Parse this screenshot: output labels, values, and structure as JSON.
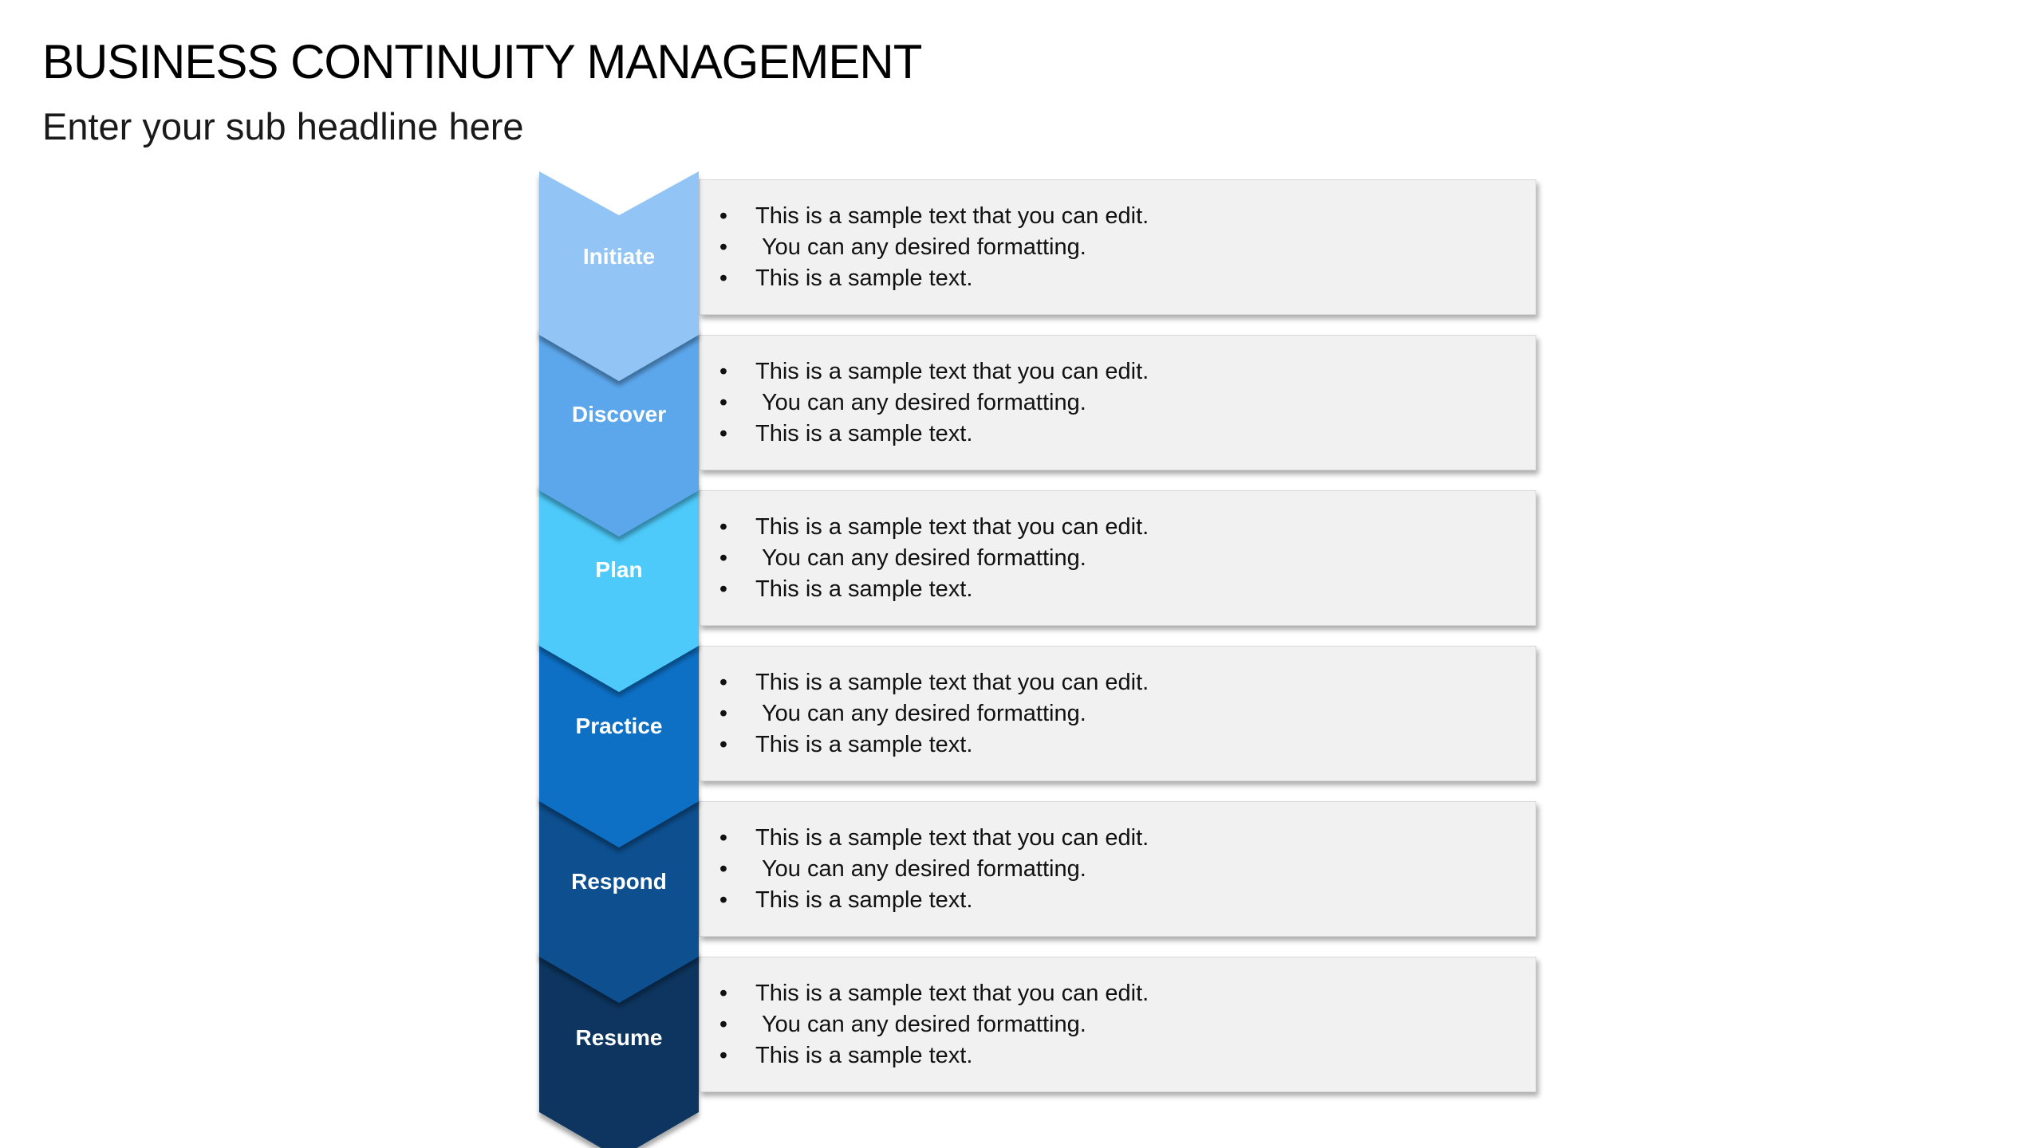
{
  "header": {
    "title": "BUSINESS CONTINUITY MANAGEMENT",
    "subtitle": "Enter your sub headline here"
  },
  "steps": [
    {
      "label": "Initiate",
      "color": "#92c5f5",
      "bullets": [
        "This is a sample text that you can edit.",
        "You can any desired formatting.",
        "This is a sample text."
      ]
    },
    {
      "label": "Discover",
      "color": "#5ba7ec",
      "bullets": [
        "This is a sample text that you can edit.",
        "You can any desired formatting.",
        "This is a sample text."
      ]
    },
    {
      "label": "Plan",
      "color": "#4dcafa",
      "bullets": [
        "This is a sample text that you can edit.",
        "You can any desired formatting.",
        "This is a sample text."
      ]
    },
    {
      "label": "Practice",
      "color": "#1170c5",
      "bullets": [
        "This is a sample text that you can edit.",
        "You can any desired formatting.",
        "This is a sample text."
      ]
    },
    {
      "label": "Respond",
      "color": "#0e4f8f",
      "bullets": [
        "This is a sample text that you can edit.",
        "You can any desired formatting.",
        "This is a sample text."
      ]
    },
    {
      "label": "Resume",
      "color": "#0b355f",
      "bullets": [
        "This is a sample text that you can edit.",
        "You can any desired formatting.",
        "This is a sample text."
      ]
    }
  ]
}
